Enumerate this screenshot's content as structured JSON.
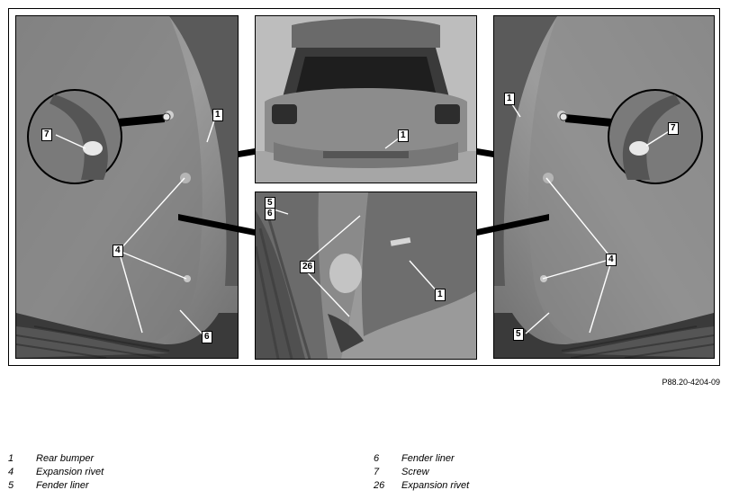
{
  "reference_code": "P88.20-4204-09",
  "callouts": {
    "left": {
      "bumper": "1",
      "screw": "7",
      "rivet": "4",
      "liner": "6"
    },
    "top": {
      "bumper": "1"
    },
    "bottom": {
      "liner_a": "5",
      "liner_b": "6",
      "rivet": "26",
      "bumper": "1"
    },
    "right": {
      "bumper": "1",
      "screw": "7",
      "rivet": "4",
      "liner": "5"
    }
  },
  "legend_left": [
    {
      "num": "1",
      "label": "Rear bumper"
    },
    {
      "num": "4",
      "label": "Expansion rivet"
    },
    {
      "num": "5",
      "label": "Fender liner"
    }
  ],
  "legend_right": [
    {
      "num": "6",
      "label": "Fender liner"
    },
    {
      "num": "7",
      "label": "Screw"
    },
    {
      "num": "26",
      "label": "Expansion rivet"
    }
  ]
}
